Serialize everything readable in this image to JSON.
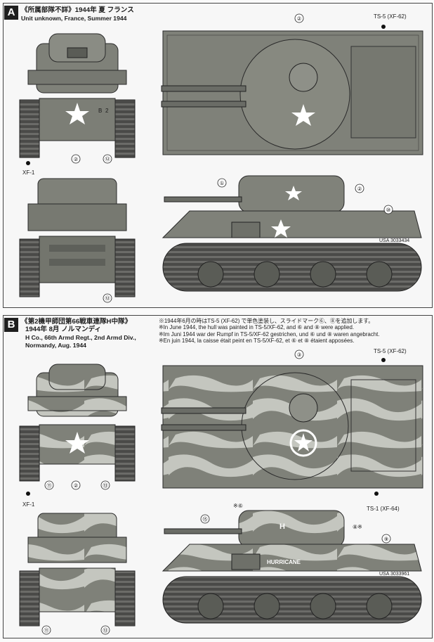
{
  "panel_a": {
    "letter": "A",
    "title_jp": "《所属部隊不詳》1944年 夏 フランス",
    "title_en": "Unit unknown, France, Summer 1944",
    "callouts": [
      "②",
      "②",
      "⑫",
      "①",
      "②",
      "⑫",
      "⑩"
    ],
    "paints": {
      "top_ts5": "TS-5 (XF-62)",
      "front_xf1": "XF-1"
    },
    "hull_number": "USA 3033434",
    "front_markings": [
      "B",
      "2"
    ],
    "colors": {
      "olive": "#7f8179",
      "dark": "#3a3a38"
    }
  },
  "panel_b": {
    "letter": "B",
    "title_line1": "《第2機甲師団第66戦車連隊H中隊》",
    "title_line2": "1944年 8月 ノルマンディ",
    "title_line3": "H Co., 66th Armd Regt., 2nd Armd Div.,",
    "title_line4": "Normandy, Aug. 1944",
    "notes": [
      "※1944年6月の時はTS-5 (XF-62) で単色塗装し、スライドマーク⑥、⑧を追加します。",
      "※In June 1944, the hull was painted in TS-5/XF-62, and ⑥ and ⑧ were applied.",
      "※Im Juni 1944 war der Rumpf in TS-5/XF-62 gestrichen, und ⑥ und ⑧ waren angebracht.",
      "※En juin 1944, la caisse était peint en TS-5/XF-62, et ⑥ et ⑧ étaient apposées."
    ],
    "callouts": [
      "③",
      "⑪",
      "②",
      "⑬",
      "⑮",
      "※⑥",
      "⑧※",
      "⑨",
      "⑪",
      "⑬"
    ],
    "paints": {
      "top_ts5": "TS-5 (XF-62)",
      "top_ts1": "TS-1 (XF-64)",
      "front_xf1": "XF-1"
    },
    "tank_name": "HURRICANE",
    "turret_letter": "H",
    "hull_number": "USA 3033961",
    "colors": {
      "camo": "#c7c9c2"
    }
  }
}
